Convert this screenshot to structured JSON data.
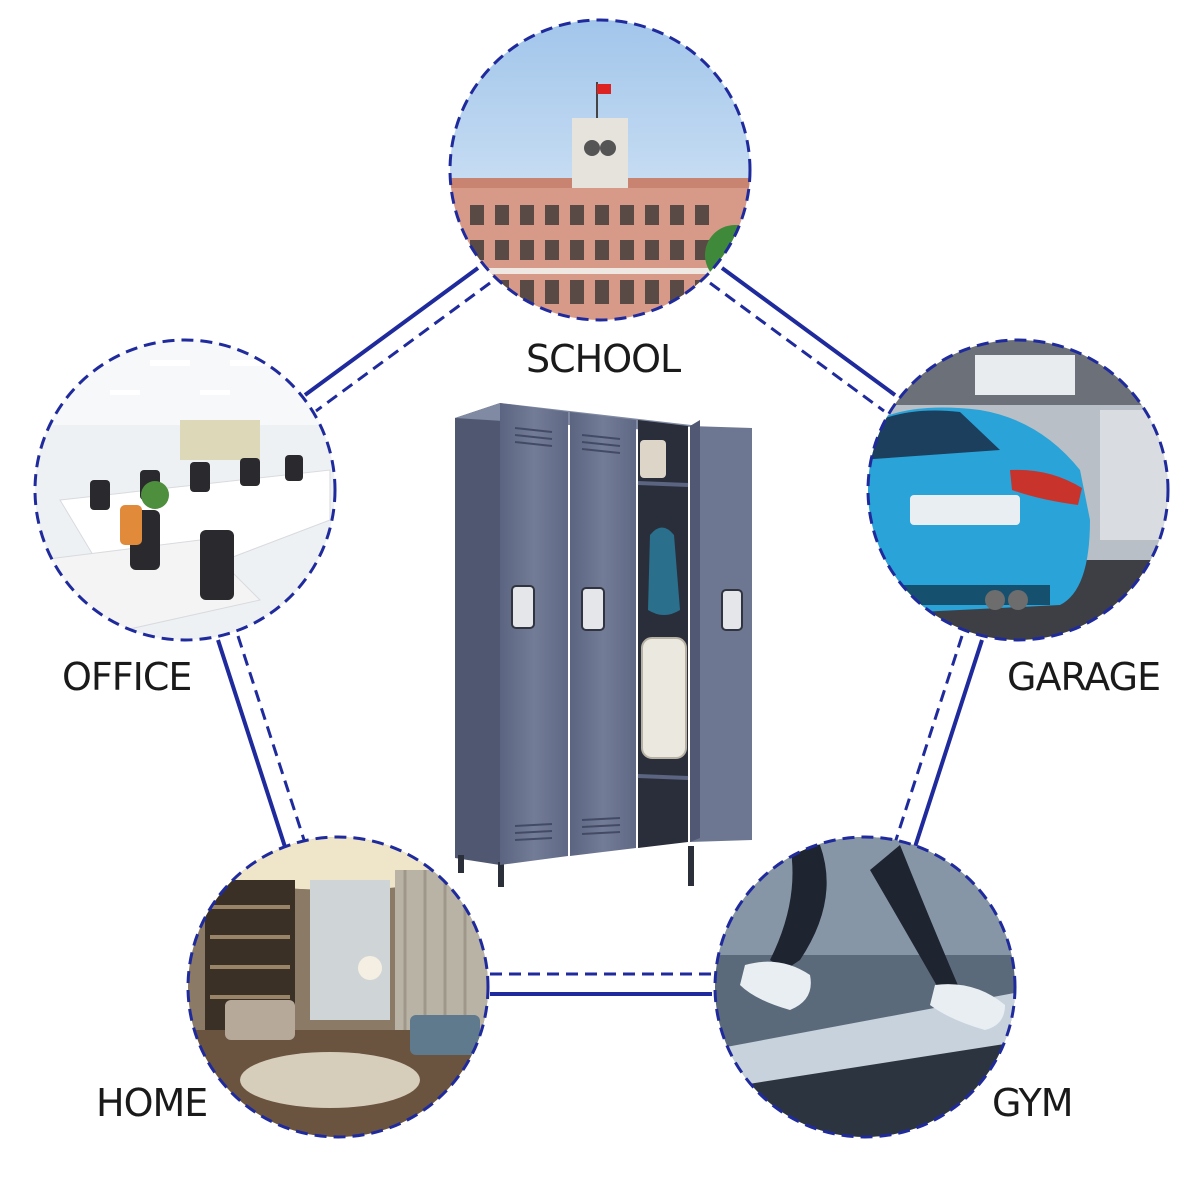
{
  "colors": {
    "connector": "#1f2a9c",
    "circle_border": "#1f2a9c",
    "locker_body": "#6c7590",
    "label_text": "#1a1a1a"
  },
  "locations": {
    "school": {
      "label": "SCHOOL",
      "icon": "school-building-photo"
    },
    "office": {
      "label": "OFFICE",
      "icon": "office-interior-photo"
    },
    "garage": {
      "label": "GARAGE",
      "icon": "blue-car-garage-photo"
    },
    "home": {
      "label": "HOME",
      "icon": "home-interior-photo"
    },
    "gym": {
      "label": "GYM",
      "icon": "treadmill-runner-photo"
    }
  },
  "product": {
    "icon": "three-door-metal-locker"
  }
}
